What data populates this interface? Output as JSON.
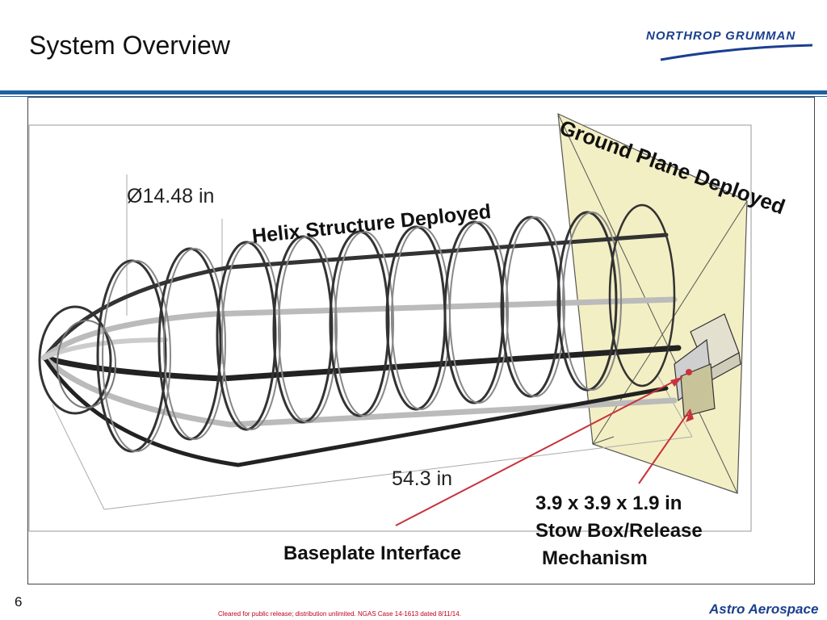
{
  "slide": {
    "title": "System Overview",
    "page_number": "6",
    "release_note": "Cleared for public release; distribution unlimited.  NGAS Case 14-1613 dated 8/11/14."
  },
  "logos": {
    "header": "NORTHROP GRUMMAN",
    "footer": "Astro Aerospace"
  },
  "diagram": {
    "labels": {
      "diameter": "Ø14.48 in",
      "helix": "Helix Structure Deployed",
      "ground_plane": "Ground Plane Deployed",
      "length": "54.3 in",
      "stow_box_line1": "3.9 x 3.9 x 1.9 in",
      "stow_box_line2": "Stow Box/Release",
      "stow_box_line3": "Mechanism",
      "baseplate": "Baseplate Interface"
    },
    "colors": {
      "ground_plane_fill": "#f3efc4",
      "leader_arrow": "#c8323c",
      "header_rule": "#1f5fa3",
      "brand_blue": "#1b3f8f"
    }
  }
}
